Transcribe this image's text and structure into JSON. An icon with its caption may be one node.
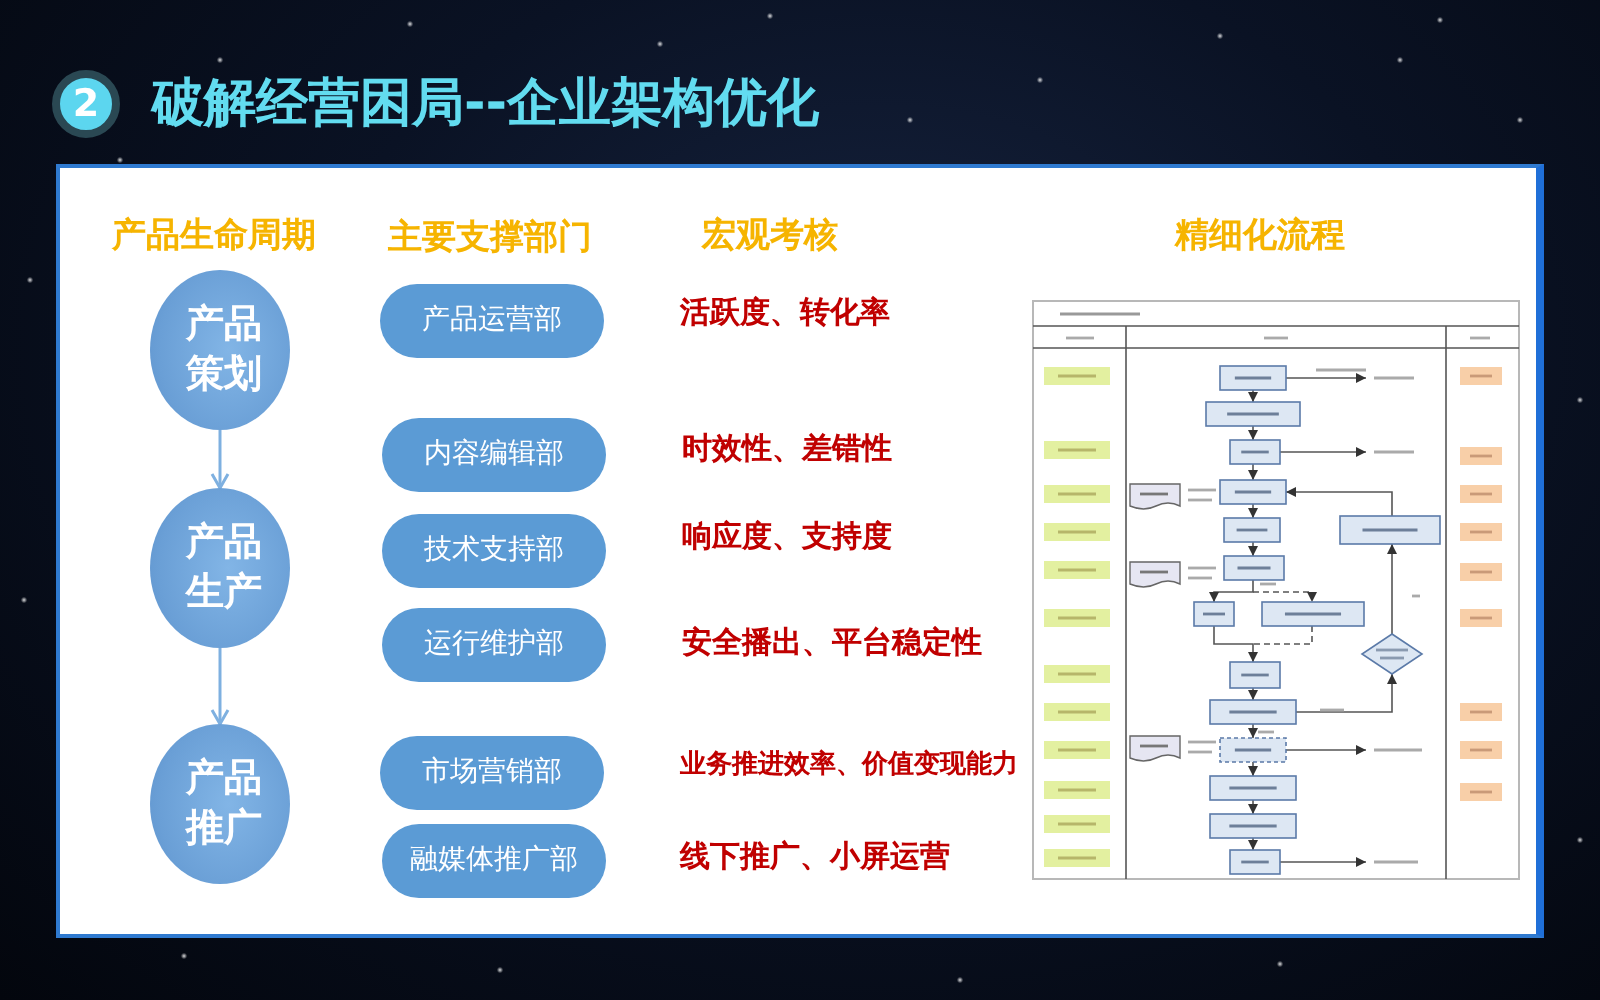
{
  "diagram": {
    "title": "破解经营困局--企业架构优化",
    "nodes": [
      {
        "text": [
          "产品策划"
        ]
      },
      {
        "text": [
          "产品生产"
        ]
      },
      {
        "text": [
          "产品推广"
        ]
      },
      {
        "text": [
          "产品运营部"
        ]
      },
      {
        "text": [
          "内容编辑部"
        ]
      },
      {
        "text": [
          "技术支持部"
        ]
      },
      {
        "text": [
          "运行维护部"
        ]
      },
      {
        "text": [
          "市场营销部"
        ]
      },
      {
        "text": [
          "融媒体推广部"
        ]
      }
    ],
    "edges": [
      {
        "from": 0,
        "to": 1,
        "arrow": "to"
      },
      {
        "from": 1,
        "to": 2,
        "arrow": "to"
      }
    ],
    "labels": [
      "2",
      "产品生命周期",
      "主要支撑部门",
      "宏观考核",
      "精细化流程",
      "活跃度、转化率",
      "时效性、差错性",
      "响应度、支持度",
      "安全播出、平台稳定性",
      "业务推进效率、价值变现能力",
      "线下推广、小屏运营"
    ]
  }
}
